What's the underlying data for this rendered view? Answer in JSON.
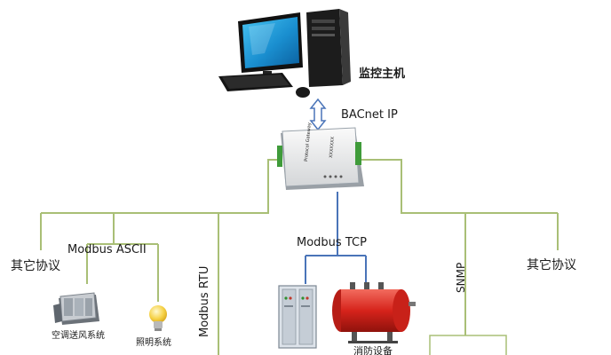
{
  "host": {
    "label": "监控主机"
  },
  "top_link": {
    "protocol": "BACnet IP"
  },
  "gateway": {
    "brand": "Protocol Gateway",
    "model": "XXXXXXX"
  },
  "branches": {
    "left_other": {
      "label": "其它协议"
    },
    "modbus_ascii": {
      "label": "Modbus ASCII"
    },
    "modbus_rtu": {
      "label": "Modbus RTU"
    },
    "modbus_tcp": {
      "label": "Modbus TCP"
    },
    "snmp": {
      "label": "SNMP"
    },
    "right_other": {
      "label": "其它协议"
    }
  },
  "devices": {
    "hvac": {
      "label": "空调送风系统"
    },
    "lighting": {
      "label": "照明系统"
    },
    "fire": {
      "label": "消防设备"
    }
  },
  "colors": {
    "bus_line": "#a9bf76",
    "tcp_line": "#4a74b8",
    "monitor_blue": "#1fa3dc",
    "pc_black": "#1c1c1c",
    "tank_red": "#d6231b",
    "cabinet_gray": "#d7dde4",
    "bulb_yellow": "#f6d247"
  }
}
